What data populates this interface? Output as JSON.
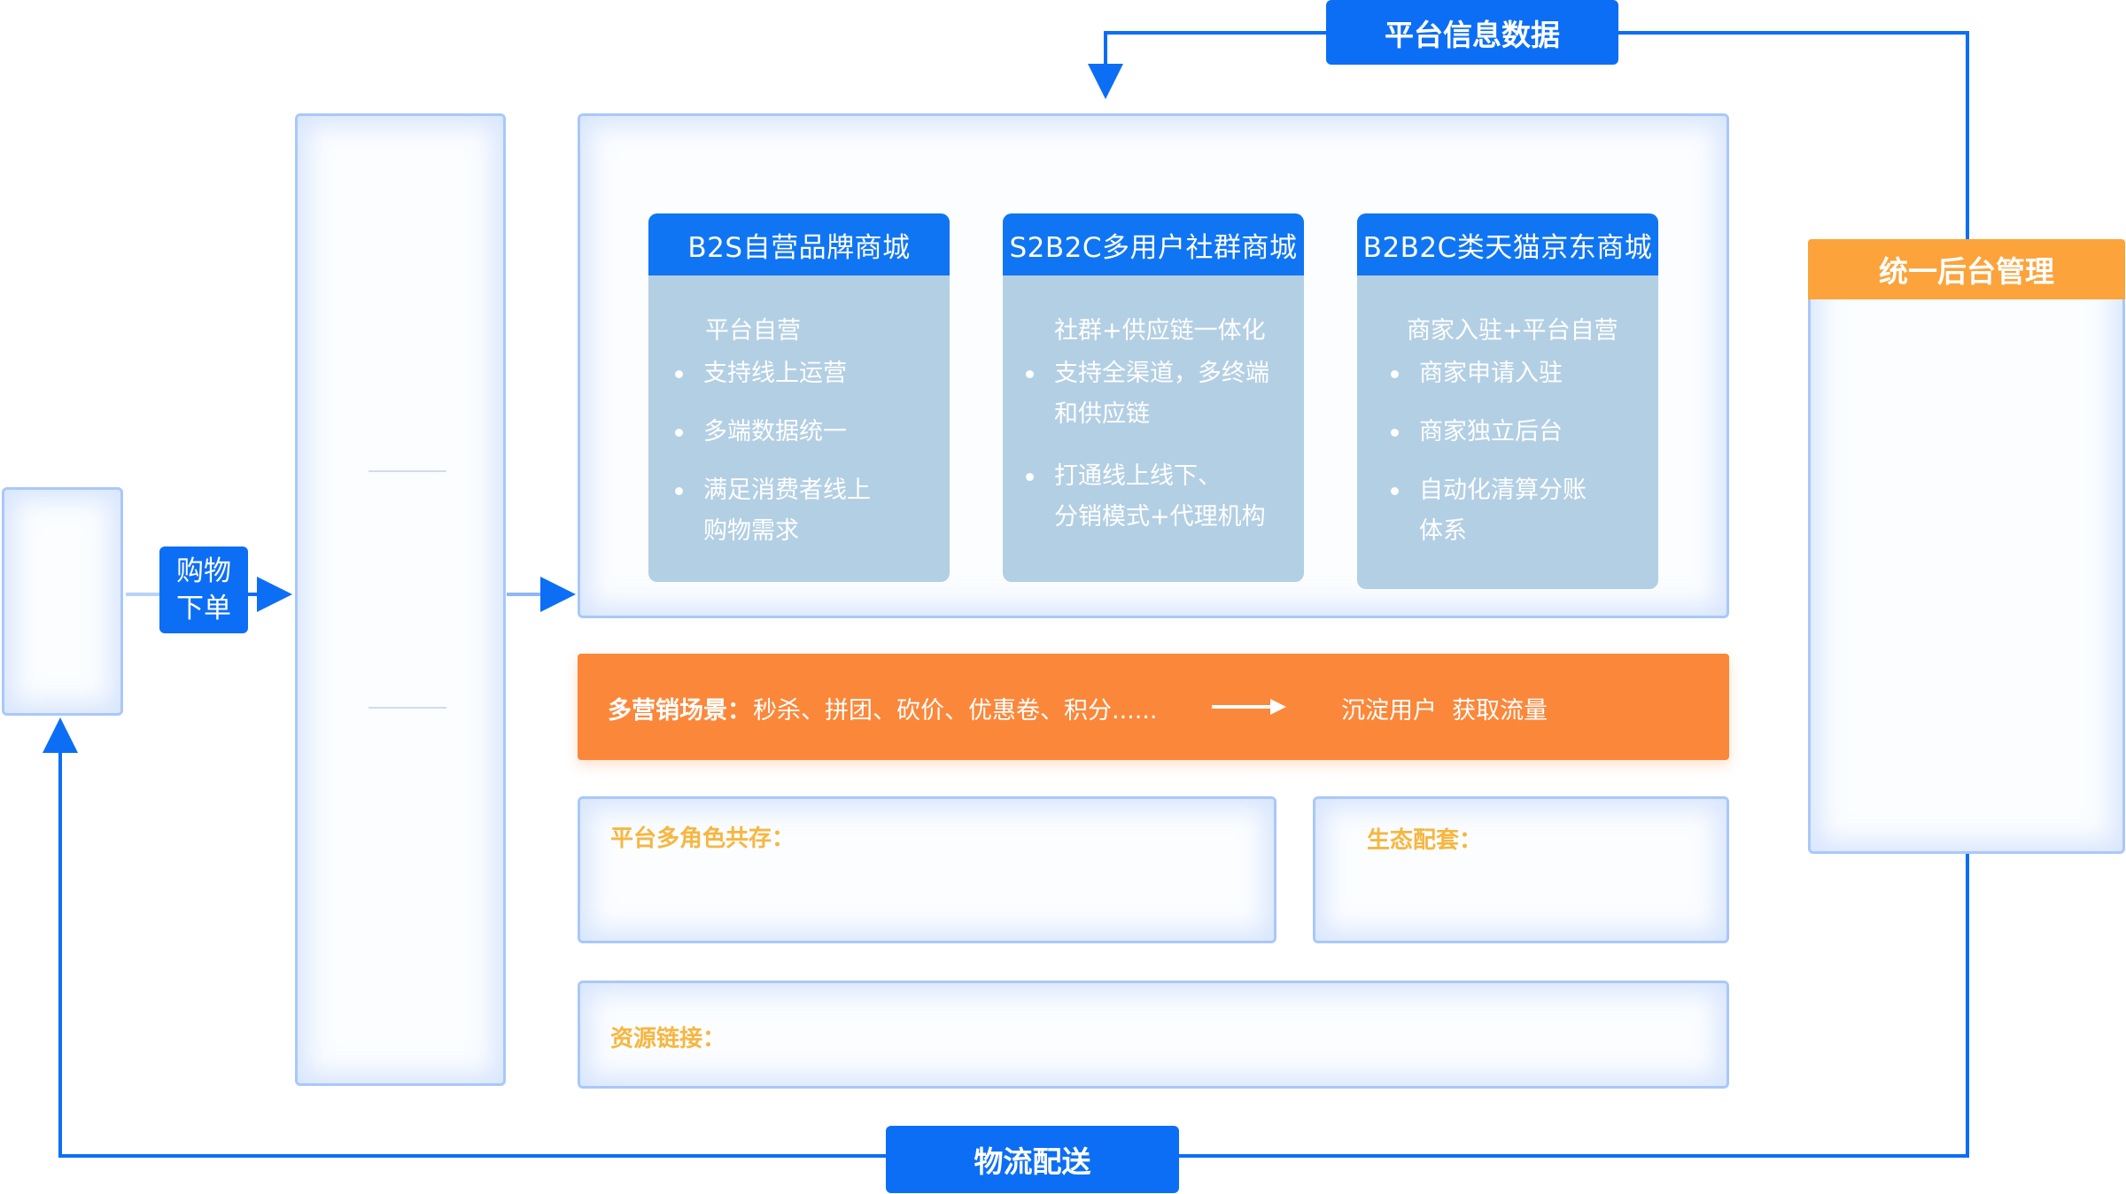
{
  "top_flow": {
    "label": "平台信息数据"
  },
  "bottom_flow": {
    "label": "物流配送"
  },
  "order_flow": {
    "label_line1": "购物",
    "label_line2": "下单"
  },
  "admin_panel": {
    "title": "统一后台管理"
  },
  "malls": [
    {
      "title": "B2S自营品牌商城",
      "subtitle": "平台自营",
      "items": [
        "支持线上运营",
        "多端数据统一",
        "满足消费者线上\n购物需求"
      ]
    },
    {
      "title": "S2B2C多用户社群商城",
      "subtitle": "社群+供应链一体化",
      "items": [
        "支持全渠道，多终端\n和供应链",
        "打通线上线下、\n分销模式+代理机构"
      ]
    },
    {
      "title": "B2B2C类天猫京东商城",
      "subtitle": "商家入驻+平台自营",
      "items": [
        "商家申请入驻",
        "商家独立后台",
        "自动化清算分账\n体系"
      ]
    }
  ],
  "marketing": {
    "label": "多营销场景：",
    "scenes": "秒杀、拼团、砍价、优惠卷、积分......",
    "result": "沉淀用户  获取流量"
  },
  "sections": {
    "roles": "平台多角色共存：",
    "ecology": "生态配套：",
    "resources": "资源链接："
  },
  "colors": {
    "accent_blue": "#0c6ef5",
    "card_fill": "#b3cfe4",
    "orange": "#fb873a",
    "label_yellow": "#f7b640"
  }
}
